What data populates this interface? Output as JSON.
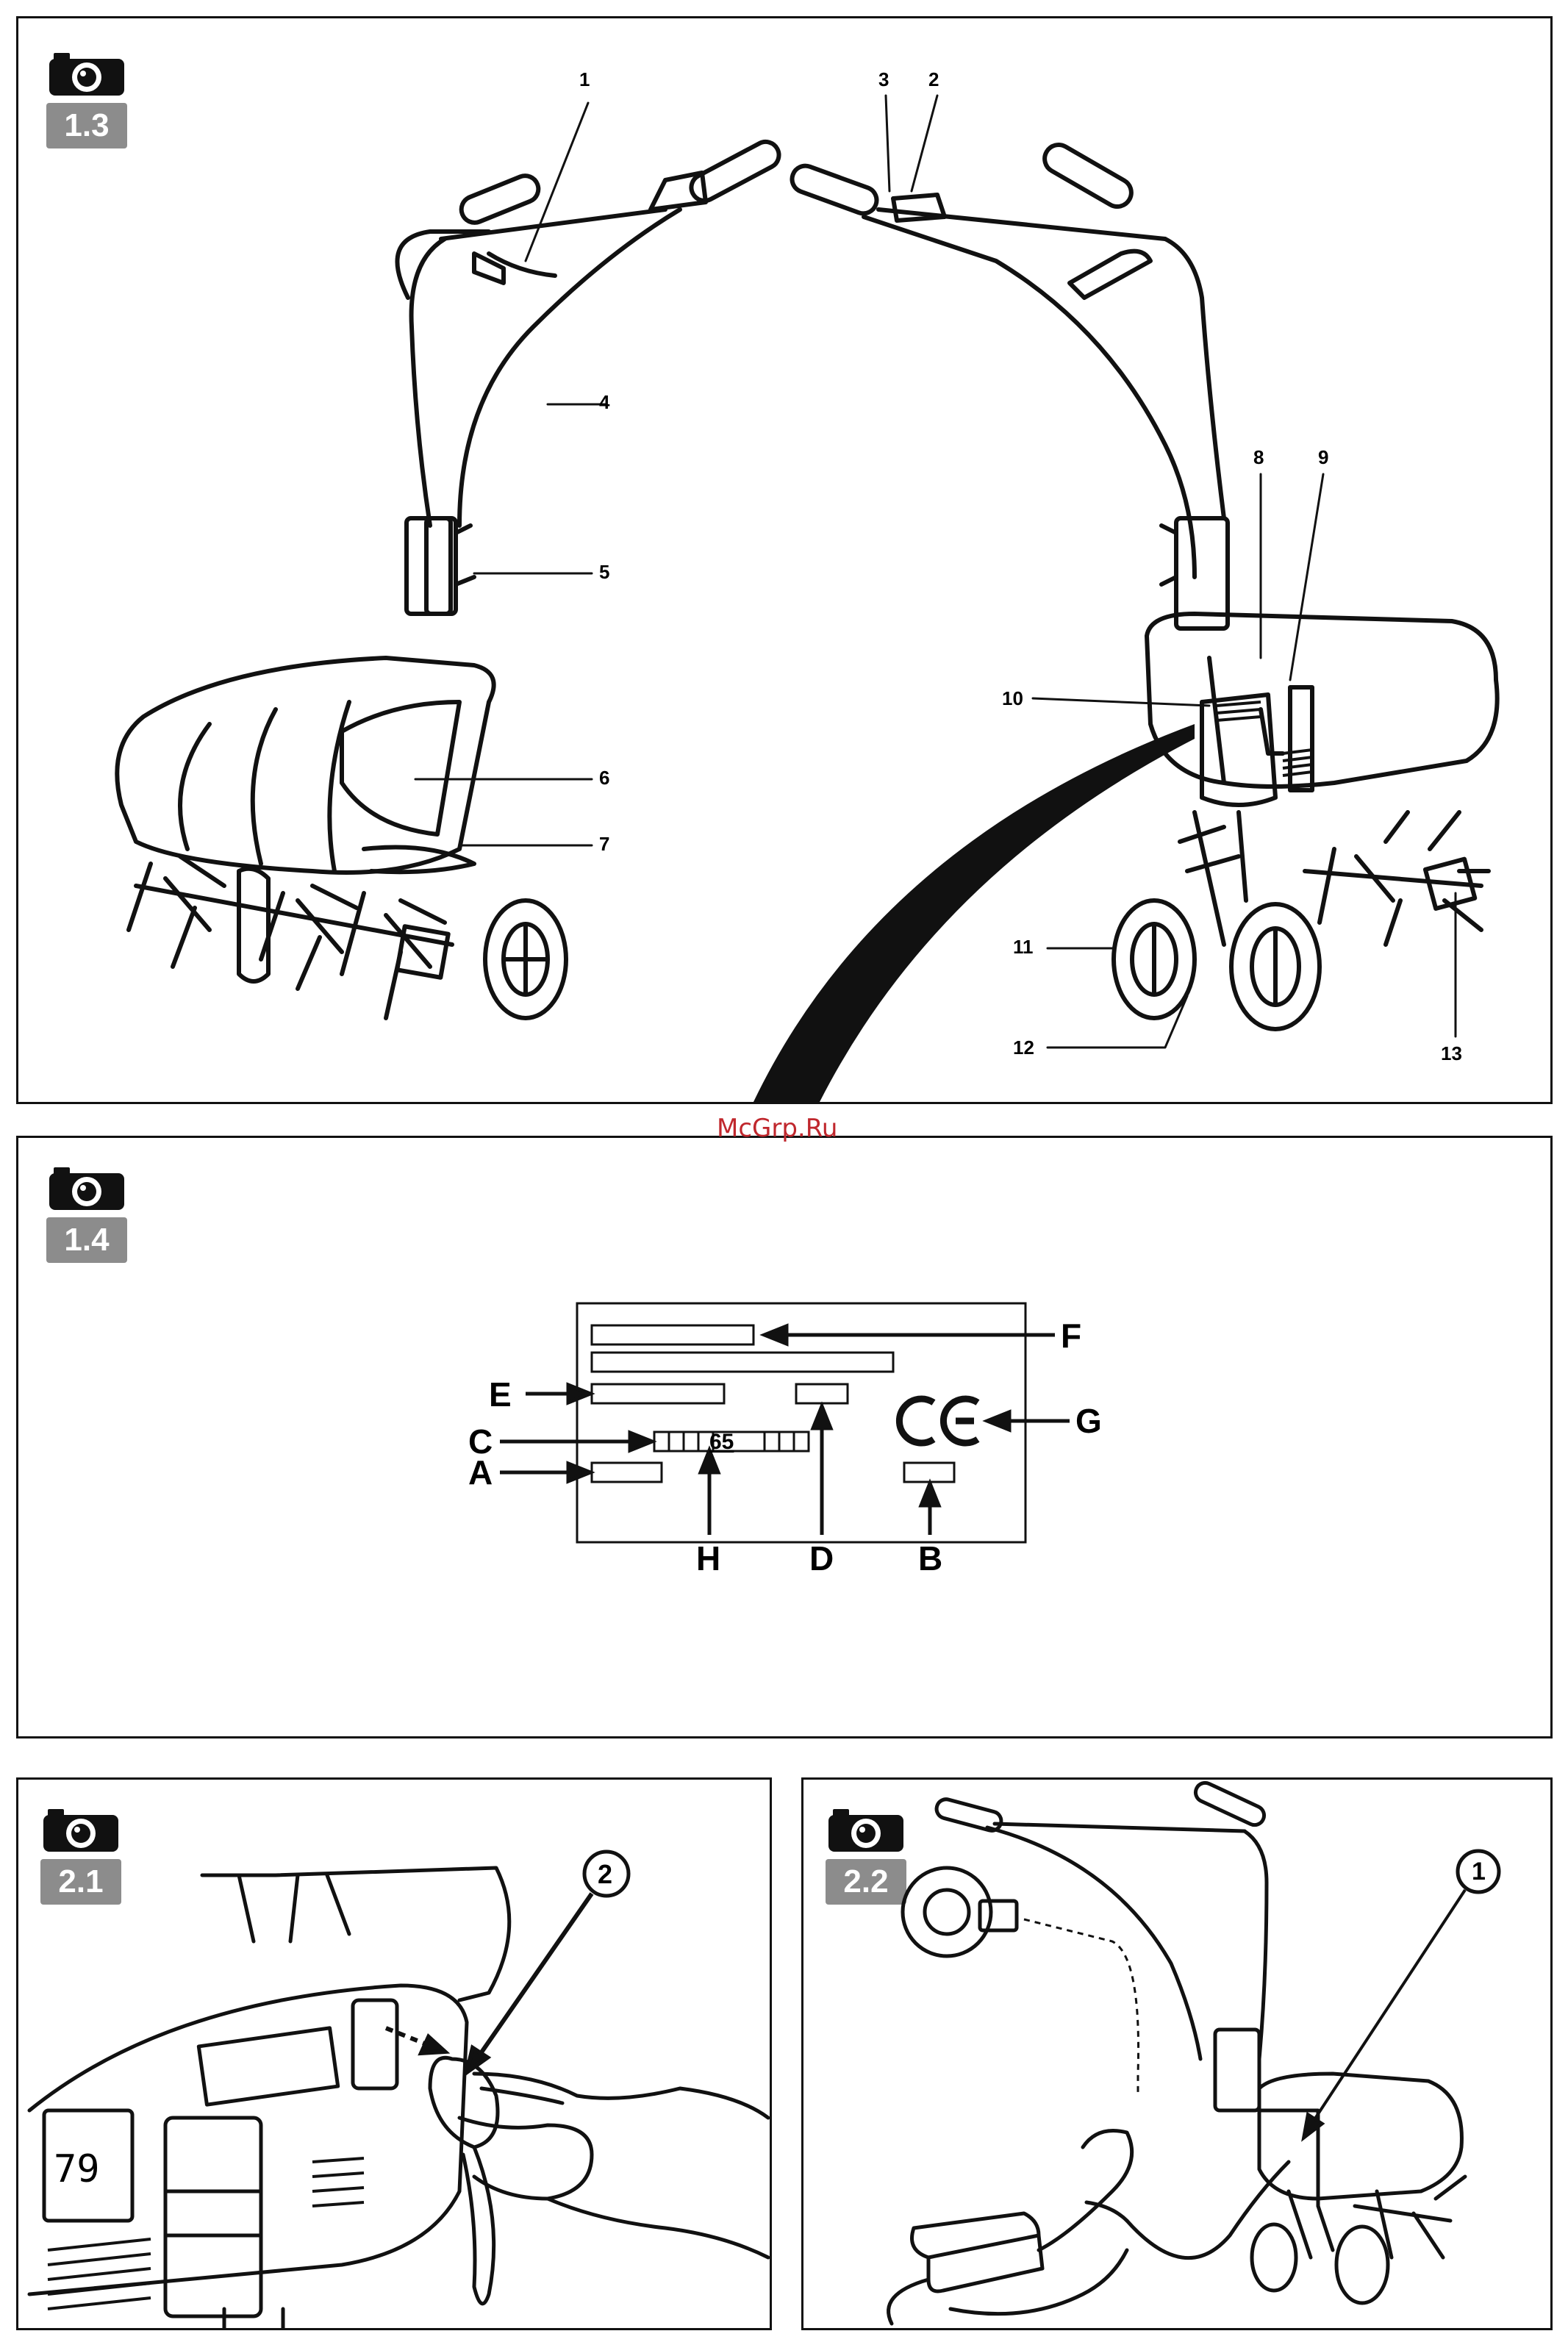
{
  "watermark": "McGrp.Ru",
  "panels": {
    "p13": {
      "badge": "1.3",
      "callouts": [
        "1",
        "2",
        "3",
        "4",
        "5",
        "6",
        "7",
        "8",
        "9",
        "10",
        "11",
        "12",
        "13"
      ]
    },
    "p14": {
      "badge": "1.4",
      "plate_number": "65",
      "letters": [
        "A",
        "B",
        "C",
        "D",
        "E",
        "F",
        "G",
        "H"
      ]
    },
    "p21": {
      "badge": "2.1",
      "callout": "2",
      "display_value": "79"
    },
    "p22": {
      "badge": "2.2",
      "callout": "1"
    }
  },
  "icons": {
    "camera": "camera-icon",
    "ce": "ce-mark-icon"
  }
}
